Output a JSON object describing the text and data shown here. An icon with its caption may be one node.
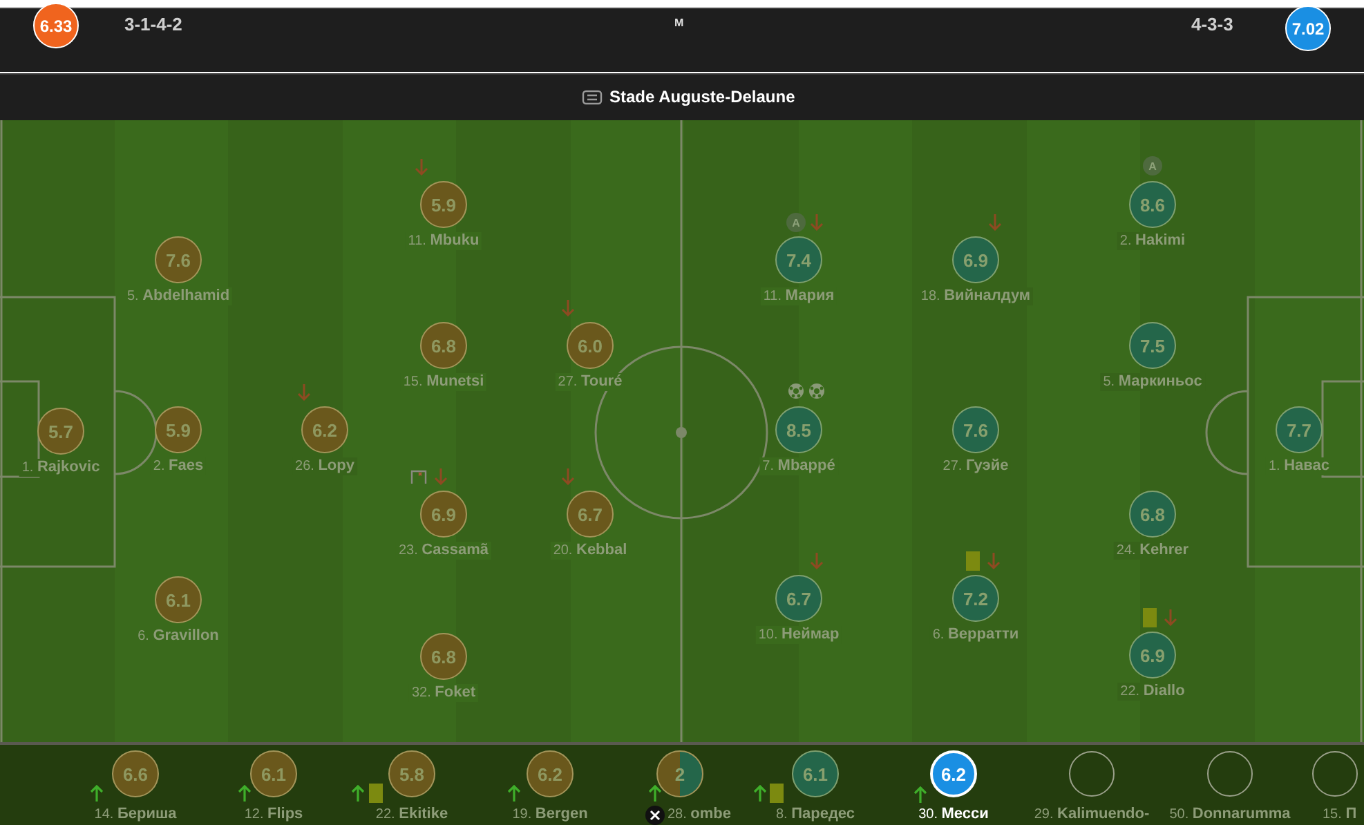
{
  "diagram": {
    "nodes": [
      {
        "text": [
          "6.33"
        ]
      },
      {
        "text": [
          "7.02"
        ]
      },
      {
        "text": [
          "5.7",
          "1. **Rajkovic**"
        ]
      },
      {
        "text": [
          "7.6",
          "5. **Abdelhamid**"
        ]
      },
      {
        "text": [
          "5.9",
          "2. **Faes**"
        ]
      },
      {
        "text": [
          "6.1",
          "6. **Gravillon**"
        ]
      },
      {
        "text": [
          "6.2",
          "26. **Lopy**"
        ]
      },
      {
        "text": [
          "5.9",
          "11. **Mbuku**"
        ]
      },
      {
        "text": [
          "6.8",
          "15. **Munetsi**"
        ]
      },
      {
        "text": [
          "6.9",
          "23. **Cassamã**"
        ]
      },
      {
        "text": [
          "6.8",
          "32. **Foket**"
        ]
      },
      {
        "text": [
          "6.0",
          "27. **Touré**"
        ]
      },
      {
        "text": [
          "6.7",
          "20. **Kebbal**"
        ]
      },
      {
        "text": [
          "7.4",
          "11. **Мария**"
        ]
      },
      {
        "text": [
          "8.5",
          "7. **Mbappé**"
        ]
      },
      {
        "text": [
          "6.7",
          "10. **Неймар**"
        ]
      },
      {
        "text": [
          "6.9",
          "18. **Вийналдум**"
        ]
      },
      {
        "text": [
          "7.6",
          "27. **Гуэйе**"
        ]
      },
      {
        "text": [
          "7.2",
          "6. **Верратти**"
        ]
      },
      {
        "text": [
          "8.6",
          "2. **Hakimi**"
        ]
      },
      {
        "text": [
          "7.5",
          "5. **Маркиньос**"
        ]
      },
      {
        "text": [
          "6.8",
          "24. **Kehrer**"
        ]
      },
      {
        "text": [
          "6.9",
          "22. **Diallo**"
        ]
      },
      {
        "text": [
          "7.7",
          "1. **Навас**"
        ]
      },
      {
        "text": [
          "6.6",
          "14. **Бериша**"
        ]
      },
      {
        "text": [
          "6.1",
          "12. **Flips**"
        ]
      },
      {
        "text": [
          "5.8",
          "22. **Ekitike**"
        ]
      },
      {
        "text": [
          "6.2",
          "19. **Bergen**"
        ]
      },
      {
        "text": [
          "2",
          "28. **ombe**"
        ]
      },
      {
        "text": [
          "6.1",
          "8. **Паредес**"
        ]
      },
      {
        "text": [
          "6.2",
          "30. **Месси**"
        ]
      },
      {
        "text": [
          "29. **Kalimuendo-**"
        ]
      },
      {
        "text": [
          "50. **Donnarumma**"
        ]
      },
      {
        "text": [
          "15. **П**"
        ]
      }
    ],
    "labels": [
      "3-1-4-2",
      "M",
      "4-3-3",
      "Stade Auguste-Delaune",
      "A",
      "A"
    ]
  }
}
